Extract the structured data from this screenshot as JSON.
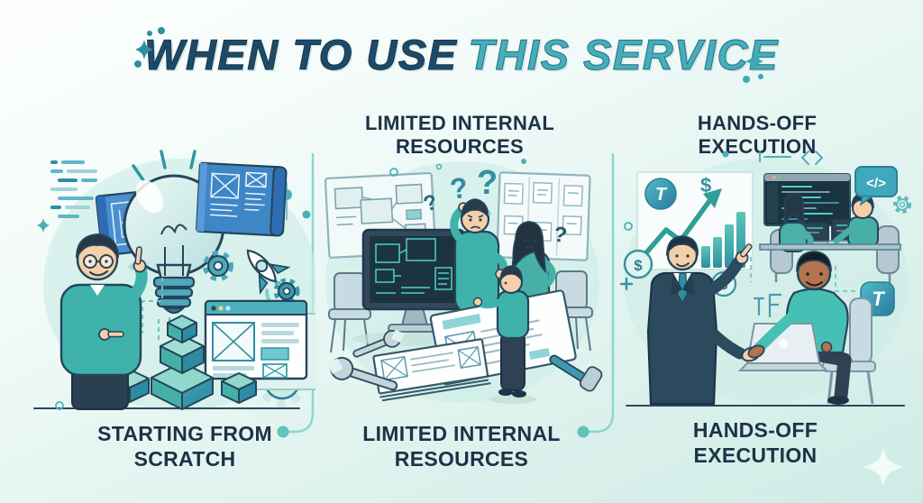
{
  "title": {
    "part1": "WHEN TO USE",
    "part2": "THIS SERVICE"
  },
  "panels": [
    {
      "name": "starting-from-scratch",
      "caption_line1": "STARTING FROM",
      "caption_line2": "SCRATCH",
      "icons": [
        "lightbulb-icon",
        "blueprint-scroll-icon",
        "wireframe-browser-icon",
        "building-blocks-icon",
        "rocket-icon",
        "gear-icon",
        "code-lines-icon",
        "pointing-man-figure"
      ]
    },
    {
      "name": "limited-internal-resources",
      "label_line1": "LIMITED INTERNAL",
      "label_line2": "RESOURCES",
      "caption_line1": "LIMITED INTERNAL",
      "caption_line2": "RESOURCES",
      "icons": [
        "monitor-wireframe-icon",
        "question-marks",
        "wireframe-board-icon",
        "kanban-board-icon",
        "confused-team-figures",
        "chair-icon",
        "wrench-icon",
        "hammer-icon",
        "scroll-document-icon",
        "book-stack-icon"
      ]
    },
    {
      "name": "hands-off-execution",
      "label_line1": "HANDS-OFF",
      "label_line2": "EXECUTION",
      "caption_line1": "HANDS-OFF",
      "caption_line2": "EXECUTION",
      "icons": [
        "growth-chart-icon",
        "dollar-badge-icon",
        "handshake-figures",
        "laptop-icon",
        "code-screen-icon",
        "code-tag-bubble-icon",
        "gear-icon",
        "brand-t-logo",
        "coders-at-desk-figures"
      ]
    }
  ],
  "glyphs": {
    "question_mark": "?",
    "dollar_sign": "$",
    "code_tag": "</>",
    "logo_letter": "T"
  },
  "colors": {
    "background_top": "#fdfffe",
    "background_bottom": "#cfebe5",
    "title_dark": "#1e4a66",
    "title_teal": "#45aebb",
    "label_navy": "#1b3247",
    "accent_teal": "#3fb3ab",
    "divider_teal": "#8ad8d0",
    "blueprint_blue": "#3f86c6",
    "screen_navy": "#1c3440",
    "outline_navy": "#24455a"
  }
}
